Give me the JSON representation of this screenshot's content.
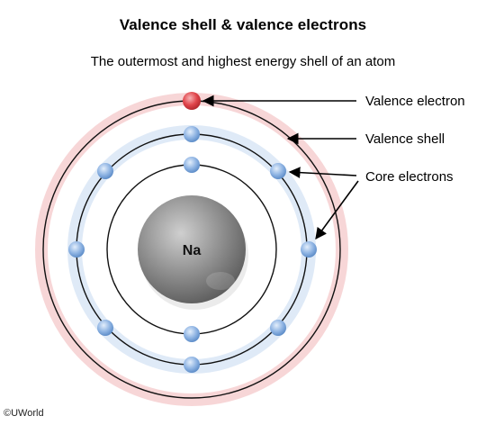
{
  "title": "Valence shell & valence electrons",
  "subtitle": "The outermost and highest energy shell of an atom",
  "nucleus": {
    "symbol": "Na",
    "color": "#8a8a8a"
  },
  "shells": [
    {
      "name": "inner",
      "electrons": 2
    },
    {
      "name": "middle",
      "electrons": 8
    },
    {
      "name": "valence",
      "electrons": 1
    }
  ],
  "labels": {
    "valence_electron": "Valence electron",
    "valence_shell": "Valence shell",
    "core_electrons": "Core electrons"
  },
  "colors": {
    "core_electron": "#8fb4e3",
    "valence_electron": "#e0454b",
    "valence_glow": "#f2b6b8",
    "inner_glow": "#c9dcf2"
  },
  "copyright": "©UWorld"
}
